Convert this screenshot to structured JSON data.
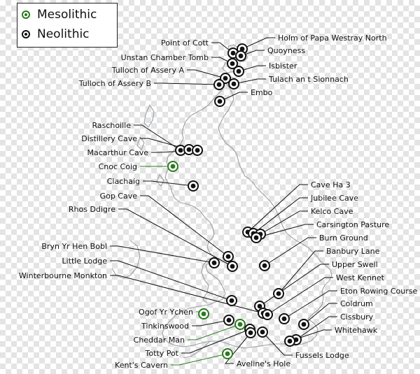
{
  "legend": {
    "items": [
      {
        "label": "Mesolithic",
        "color": "#2a7a1e"
      },
      {
        "label": "Neolithic",
        "color": "#111111"
      }
    ]
  },
  "colors": {
    "mesolithic": "#2a7a1e",
    "neolithic": "#111111",
    "coast": "#9aa0a6"
  },
  "sites": [
    {
      "name": "Holm of Papa Westray North",
      "period": "neolithic"
    },
    {
      "name": "Point of Cott",
      "period": "neolithic"
    },
    {
      "name": "Quoyness",
      "period": "neolithic"
    },
    {
      "name": "Unstan Chamber Tomb",
      "period": "neolithic"
    },
    {
      "name": "Isbister",
      "period": "neolithic"
    },
    {
      "name": "Tulloch of Assery A",
      "period": "neolithic"
    },
    {
      "name": "Tulach an t Sionnach",
      "period": "neolithic"
    },
    {
      "name": "Tulloch of Assery B",
      "period": "neolithic"
    },
    {
      "name": "Embo",
      "period": "neolithic"
    },
    {
      "name": "Raschoille",
      "period": "neolithic"
    },
    {
      "name": "Distillery Cave",
      "period": "neolithic"
    },
    {
      "name": "Macarthur Cave",
      "period": "neolithic"
    },
    {
      "name": "Cnoc Coig",
      "period": "mesolithic"
    },
    {
      "name": "Clachaig",
      "period": "neolithic"
    },
    {
      "name": "Cave Ha 3",
      "period": "neolithic"
    },
    {
      "name": "Gop Cave",
      "period": "neolithic"
    },
    {
      "name": "Jubilee Cave",
      "period": "neolithic"
    },
    {
      "name": "Rhos Ddigre",
      "period": "neolithic"
    },
    {
      "name": "Kelco Cave",
      "period": "neolithic"
    },
    {
      "name": "Carsington Pasture",
      "period": "neolithic"
    },
    {
      "name": "Burn Ground",
      "period": "neolithic"
    },
    {
      "name": "Bryn Yr Hen Bobl",
      "period": "neolithic"
    },
    {
      "name": "Banbury Lane",
      "period": "neolithic"
    },
    {
      "name": "Little Lodge",
      "period": "neolithic"
    },
    {
      "name": "Upper Swell",
      "period": "neolithic"
    },
    {
      "name": "Winterbourne Monkton",
      "period": "neolithic"
    },
    {
      "name": "West Kennet",
      "period": "neolithic"
    },
    {
      "name": "Eton Rowing Course",
      "period": "neolithic"
    },
    {
      "name": "Coldrum",
      "period": "neolithic"
    },
    {
      "name": "Ogof Yr Ychen",
      "period": "mesolithic"
    },
    {
      "name": "Tinkinswood",
      "period": "neolithic"
    },
    {
      "name": "Cissbury",
      "period": "neolithic"
    },
    {
      "name": "Cheddar Man",
      "period": "mesolithic"
    },
    {
      "name": "Whitehawk",
      "period": "neolithic"
    },
    {
      "name": "Totty Pot",
      "period": "neolithic"
    },
    {
      "name": "Fussels Lodge",
      "period": "neolithic"
    },
    {
      "name": "Kent's Cavern",
      "period": "mesolithic"
    },
    {
      "name": "Aveline's Hole",
      "period": "neolithic"
    }
  ]
}
